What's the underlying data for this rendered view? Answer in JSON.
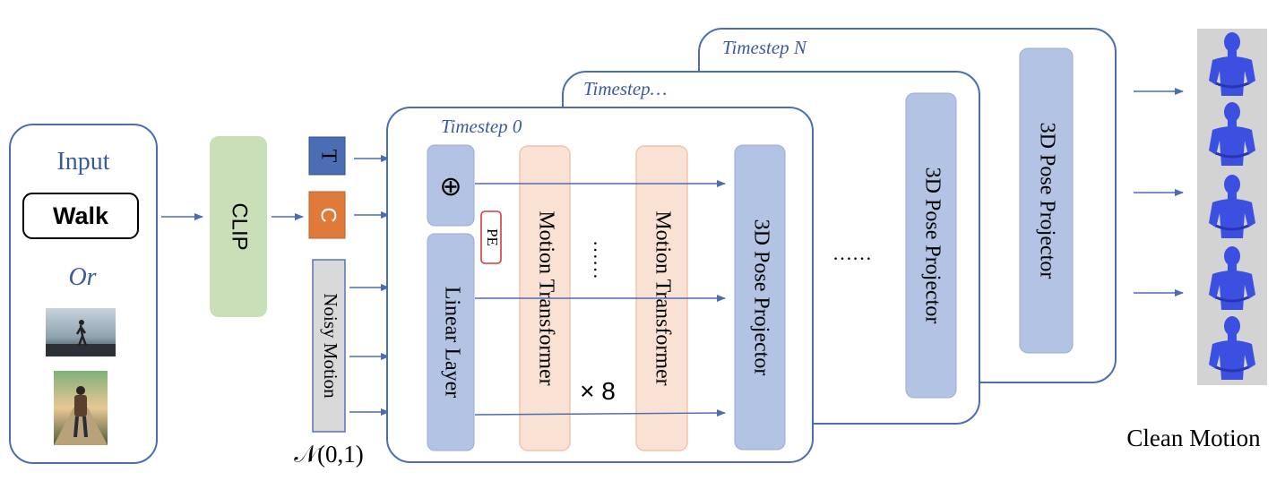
{
  "input_panel": {
    "title": "Input",
    "text_prompt": "Walk",
    "or_label": "Or",
    "images": [
      {
        "name": "walking-silhouette-photo",
        "description_visible": false
      },
      {
        "name": "walking-person-path-photo",
        "description_visible": false
      }
    ]
  },
  "clip_block": {
    "label": "CLIP"
  },
  "tokens": {
    "t_label": "T",
    "c_label": "C",
    "noisy_motion_label": "Noisy Motion",
    "noise_distribution_label": "𝒩(0,1)"
  },
  "timestep_frames": {
    "front": "Timestep 0",
    "middle": "Timestep…",
    "back": "Timestep N"
  },
  "blocks": {
    "sum_symbol": "⊕",
    "linear_layer": "Linear Layer",
    "pe_label": "PE",
    "motion_transformer_1": "Motion Transformer",
    "dots_between": "……",
    "motion_transformer_2": "Motion Transformer",
    "repeat_label": "× 8",
    "pose_projector_front": "3D Pose Projector",
    "pose_projector_middle": "3D Pose Projector",
    "pose_projector_back": "3D Pose Projector",
    "dots_frames": "……"
  },
  "output": {
    "label": "Clean Motion"
  },
  "colors": {
    "frame_stroke": "#4a6db3",
    "arrow": "#4a6db3",
    "clip_fill": "#c9dfb7",
    "t_fill": "#4a6db3",
    "c_fill": "#e07a3a",
    "noisy_fill": "#d9d9d9",
    "block_blue": "#b3c3e3",
    "transformer_fill": "#f9e2d3",
    "transformer_stroke": "#f0c3a8",
    "pe_stroke": "#d63a3a",
    "timestep_text": "#3a5aa0",
    "input_text": "#3a5aa0",
    "body_blue": "#3b4fe0"
  }
}
